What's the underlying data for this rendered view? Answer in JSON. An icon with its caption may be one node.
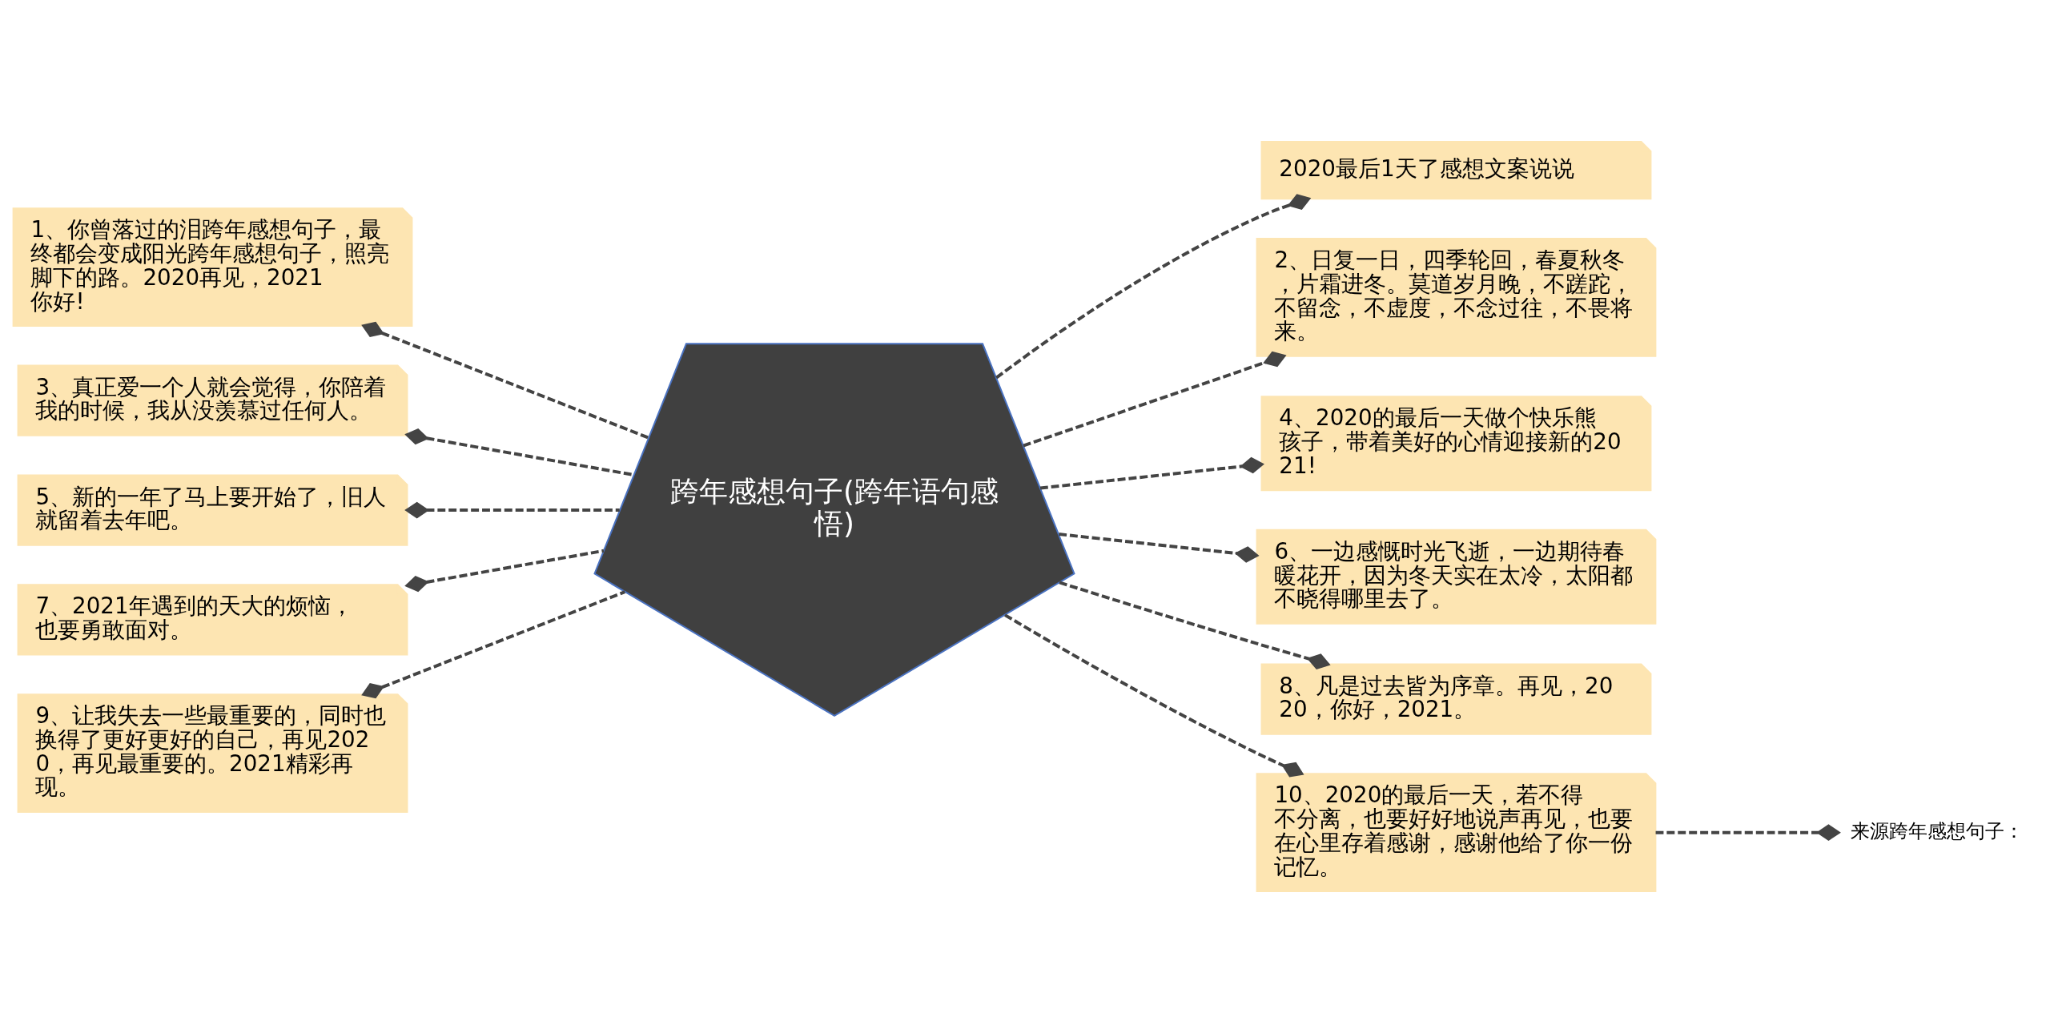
{
  "diagram": {
    "nodes": [
      {
        "text": [
          "跨年感想句子(跨年语句感悟)"
        ]
      },
      {
        "text": [
          "2020最后1天了感想文案说说"
        ]
      },
      {
        "text": [
          "1、你曾落过的泪跨年感想句子，最终都会变成阳光跨年感想句子，照亮脚下的路。2020再见，2021你好!"
        ]
      },
      {
        "text": [
          "2、日复一日，四季轮回，春夏秋冬，片霜进冬。莫道岁月晚，不蹉跎，不留念，不虚度，不念过往，不畏将来。"
        ]
      },
      {
        "text": [
          "3、真正爱一个人就会觉得，你陪着我的时候，我从没羡慕过任何人。"
        ]
      },
      {
        "text": [
          "4、2020的最后一天做个快乐熊孩子，带着美好的心情迎接新的2021!"
        ]
      },
      {
        "text": [
          "5、新的一年了马上要开始了，旧人就留着去年吧。"
        ]
      },
      {
        "text": [
          "6、一边感慨时光飞逝，一边期待春暖花开，因为冬天实在太冷，太阳都不晓得哪里去了。"
        ]
      },
      {
        "text": [
          "7、2021年遇到的天大的烦恼，也要勇敢面对。"
        ]
      },
      {
        "text": [
          "8、凡是过去皆为序章。再见，2020，你好，2021。"
        ]
      },
      {
        "text": [
          "9、让我失去一些最重要的，同时也换得了更好更好的自己，再见2020，再见最重要的。2021精彩再现。"
        ]
      },
      {
        "text": [
          "10、2020的最后一天，若不得不分离，也要好好地说声再见，也要在心里存着感谢，感谢他给了你一份记忆。"
        ]
      },
      {
        "text": [
          "来源跨年感想句子："
        ]
      }
    ],
    "edges": [
      {
        "from": 0,
        "to": 1,
        "arrow": "other",
        "style": "dashed"
      },
      {
        "from": 0,
        "to": 2,
        "arrow": "other",
        "style": "dashed"
      },
      {
        "from": 0,
        "to": 3,
        "arrow": "other",
        "style": "dashed"
      },
      {
        "from": 0,
        "to": 4,
        "arrow": "other",
        "style": "dashed"
      },
      {
        "from": 0,
        "to": 5,
        "arrow": "other",
        "style": "dashed"
      },
      {
        "from": 0,
        "to": 6,
        "arrow": "other",
        "style": "dashed"
      },
      {
        "from": 0,
        "to": 7,
        "arrow": "other",
        "style": "dashed"
      },
      {
        "from": 0,
        "to": 8,
        "arrow": "other",
        "style": "dashed"
      },
      {
        "from": 0,
        "to": 9,
        "arrow": "other",
        "style": "dashed"
      },
      {
        "from": 0,
        "to": 10,
        "arrow": "other",
        "style": "dashed"
      },
      {
        "from": 0,
        "to": 11,
        "arrow": "other",
        "style": "dashed"
      },
      {
        "from": 11,
        "to": 12,
        "arrow": "other",
        "style": "dashed"
      }
    ]
  }
}
